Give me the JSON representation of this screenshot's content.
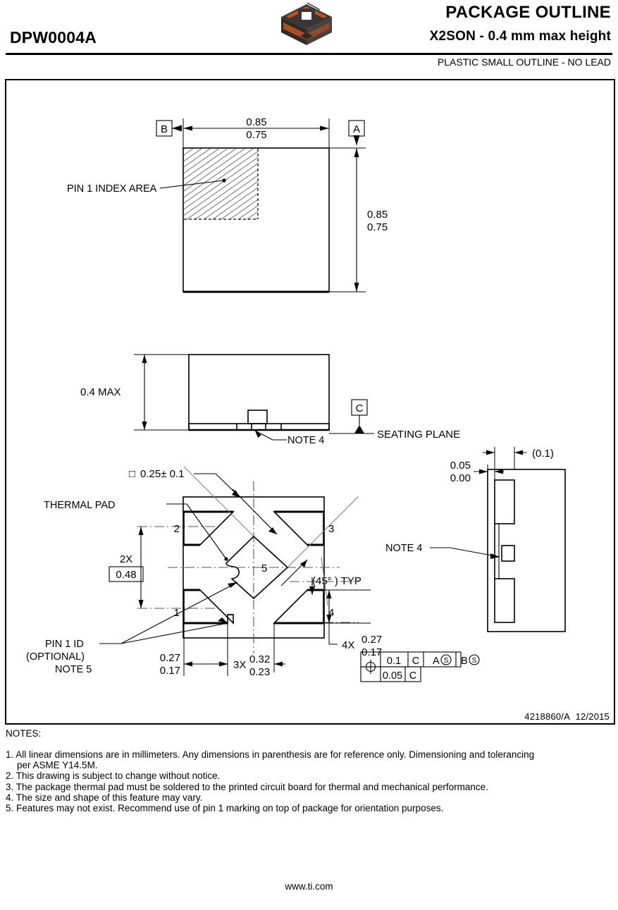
{
  "header": {
    "part_number": "DPW0004A",
    "title_main": "PACKAGE OUTLINE",
    "title_sub": "X2SON - 0.4 mm max height",
    "subtitle": "PLASTIC SMALL OUTLINE - NO LEAD",
    "logo_icon": "ti-package-3d-icon"
  },
  "top_view": {
    "datum_b": "B",
    "datum_a": "A",
    "width_max": "0.85",
    "width_min": "0.75",
    "height_max": "0.85",
    "height_min": "0.75",
    "pin1_label": "PIN 1 INDEX AREA"
  },
  "side_view": {
    "height_dim": "0.4 MAX",
    "datum_c": "C",
    "seating_plane": "SEATING PLANE",
    "note4": "NOTE 4"
  },
  "bottom_view": {
    "thermal_pad_label": "THERMAL PAD",
    "thermal_pad_dim": "0.25± 0.1",
    "square_symbol": "□",
    "pin_numbers": [
      "1",
      "2",
      "3",
      "4",
      "5"
    ],
    "pitch_label": "2X",
    "pitch_value": "0.48",
    "angle_dim": "(45° ) TYP",
    "pad_width_max": "0.27",
    "pad_width_min": "0.17",
    "pad_qty_4x": "4X",
    "lead_len_max": "0.27",
    "lead_len_min": "0.17",
    "spacing_qty_3x": "3X",
    "spacing_max": "0.32",
    "spacing_min": "0.23",
    "pin1_id_line1": "PIN 1 ID",
    "pin1_id_line2": "(OPTIONAL)",
    "pin1_id_line3": "NOTE 5",
    "gdt": {
      "symbol": "position-symbol",
      "row1": [
        "0.1",
        "C",
        "A",
        "B"
      ],
      "row1_modifiers": [
        "",
        "",
        "S",
        "S"
      ],
      "row2": [
        "0.05",
        "C"
      ]
    }
  },
  "detail_view": {
    "standoff_max": "0.05",
    "standoff_min": "0.00",
    "ref_dim": "(0.1)",
    "note4": "NOTE 4"
  },
  "rev_block": {
    "drawing_number": "4218860/A",
    "date": "12/2015"
  },
  "notes": {
    "title": "NOTES:",
    "items": [
      {
        "num": "1.",
        "text": "All linear dimensions are in millimeters. Any dimensions in parenthesis are for reference only. Dimensioning and tolerancing",
        "cont": "per ASME Y14.5M."
      },
      {
        "num": "2.",
        "text": "This drawing is subject to change without notice.",
        "cont": ""
      },
      {
        "num": "3.",
        "text": "The package thermal pad must be soldered to the printed circuit board for thermal and mechanical performance.",
        "cont": ""
      },
      {
        "num": "4.",
        "text": "The size and shape of this feature may vary.",
        "cont": ""
      },
      {
        "num": "5.",
        "text": "Features may not exist. Recommend use of pin 1 marking on top of package for orientation purposes.",
        "cont": ""
      }
    ]
  },
  "footer": {
    "url": "www.ti.com"
  },
  "colors": {
    "ink": "#000000",
    "logo_orange": "#c8521e",
    "logo_dark": "#3a3634",
    "center_line": "#555555"
  }
}
